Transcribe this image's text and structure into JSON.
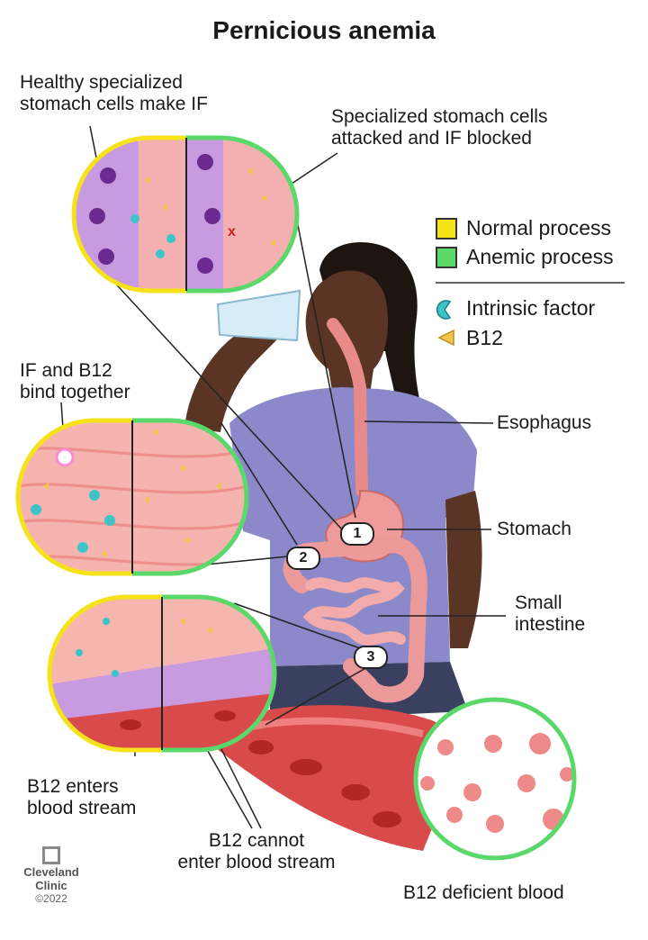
{
  "title": "Pernicious anemia",
  "labels": {
    "healthy_cells": [
      "Healthy specialized",
      "stomach cells make IF"
    ],
    "attacked_cells": [
      "Specialized stomach cells",
      "attacked and IF blocked"
    ],
    "bind_together": [
      "IF and B12",
      "bind together"
    ],
    "esophagus": "Esophagus",
    "stomach": "Stomach",
    "small_intestine": [
      "Small",
      "intestine"
    ],
    "b12_enters": [
      "B12 enters",
      "blood stream"
    ],
    "b12_cannot": [
      "B12 cannot",
      "enter blood stream"
    ],
    "deficient_blood": "B12 deficient blood"
  },
  "legend": {
    "items": [
      {
        "label": "Normal process",
        "color": "#f5e21a",
        "icon": "yellow-swatch"
      },
      {
        "label": "Anemic process",
        "color": "#5bd86a",
        "icon": "green-swatch"
      },
      {
        "label": "Intrinsic factor",
        "color": "#3cc4c9",
        "icon": "intrinsic-factor-icon"
      },
      {
        "label": "B12",
        "color": "#f3c64b",
        "icon": "b12-triangle-icon"
      }
    ]
  },
  "callouts": [
    "1",
    "2",
    "3"
  ],
  "logo": {
    "name": [
      "Cleveland",
      "Clinic"
    ],
    "copyright": "©2022"
  },
  "colors": {
    "normal": "#f5e21a",
    "anemic": "#5bd86a",
    "tissue": "#f2a0a0",
    "shirt": "#8b89c9",
    "skin": "#5a3424"
  }
}
